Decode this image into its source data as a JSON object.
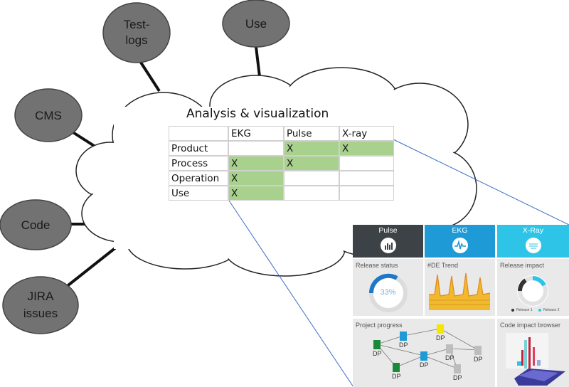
{
  "nodes": {
    "test_logs": [
      "Test-",
      "logs"
    ],
    "use": "Use",
    "cms": "CMS",
    "code": "Code",
    "jira": [
      "JIRA",
      "issues"
    ]
  },
  "cloud": {
    "title": "Analysis & visualization",
    "table": {
      "columns": [
        "",
        "EKG",
        "Pulse",
        "X-ray"
      ],
      "rows": [
        {
          "label": "Product",
          "cells": [
            "",
            "X",
            "X"
          ]
        },
        {
          "label": "Process",
          "cells": [
            "X",
            "X",
            ""
          ]
        },
        {
          "label": "Operation",
          "cells": [
            "X",
            "",
            ""
          ]
        },
        {
          "label": "Use",
          "cells": [
            "X",
            "",
            ""
          ]
        }
      ]
    }
  },
  "dashboard": {
    "tiles": [
      {
        "label": "Pulse",
        "color": "#3d4247"
      },
      {
        "label": "EKG",
        "color": "#1e9ad6"
      },
      {
        "label": "X-Ray",
        "color": "#2ec4e8"
      }
    ],
    "panels": {
      "release_status": {
        "title": "Release status",
        "value": "33%"
      },
      "de_trend": {
        "title": "#DE Trend"
      },
      "release_impact": {
        "title": "Release impact",
        "legend": [
          "Release 1",
          "Release 2"
        ]
      },
      "project_progress": {
        "title": "Project progress",
        "node_label": "DP"
      },
      "code_impact": {
        "title": "Code impact browser"
      }
    }
  }
}
